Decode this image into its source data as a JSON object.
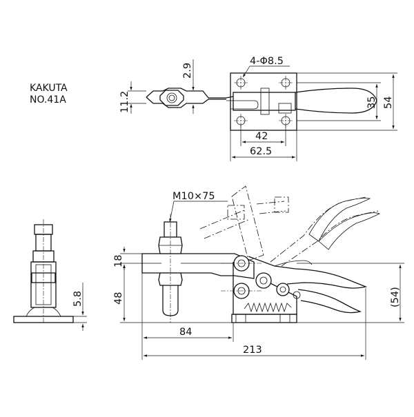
{
  "header": {
    "maker": "KAKUTA",
    "model": "NO.41A"
  },
  "dimensions": {
    "top_view": {
      "hole_spec": "4-Φ8.5",
      "offset_small": "2.9",
      "handle_height": "11.2",
      "hole_pitch_y": "35",
      "base_height": "54",
      "hole_pitch_x": "42",
      "base_width": "62.5"
    },
    "front_view": {
      "bolt_spec": "M10×75",
      "upper_height": "18",
      "lower_height": "48",
      "overall_height_ref": "(54)",
      "reach": "84",
      "overall_length": "213"
    },
    "side_view": {
      "base_thickness": "5.8"
    }
  }
}
